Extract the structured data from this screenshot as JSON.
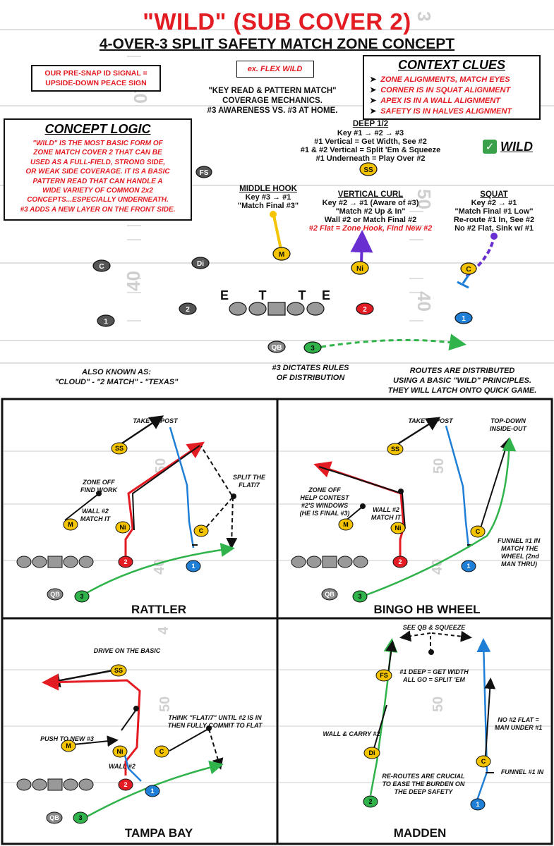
{
  "header": {
    "title": "\"WILD\" (SUB COVER 2)",
    "subtitle": "4-OVER-3 SPLIT SAFETY MATCH ZONE CONCEPT"
  },
  "signal_box": {
    "lines": [
      "OUR PRE-SNAP ID SIGNAL =",
      "UPSIDE-DOWN PEACE SIGN"
    ]
  },
  "flex_box": {
    "text": "ex. FLEX WILD"
  },
  "key_read": {
    "lines": [
      "\"KEY READ & PATTERN MATCH\"",
      "COVERAGE MECHANICS.",
      "#3 AWARENESS VS. #3 AT HOME."
    ]
  },
  "context_clues": {
    "title": "CONTEXT CLUES",
    "items": [
      "ZONE ALIGNMENTS, MATCH EYES",
      "CORNER IS IN SQUAT ALIGNMENT",
      "APEX IS IN A WALL ALIGNMENT",
      "SAFETY IS IN HALVES ALIGNMENT"
    ]
  },
  "concept_logic": {
    "title": "CONCEPT LOGIC",
    "lines": [
      "\"WILD\" IS THE MOST BASIC FORM OF",
      "ZONE MATCH COVER 2 THAT CAN BE",
      "USED AS A FULL-FIELD, STRONG SIDE,",
      "OR WEAK SIDE COVERAGE. IT IS A BASIC",
      "PATTERN READ THAT CAN HANDLE A",
      "WIDE VARIETY OF COMMON 2x2",
      "CONCEPTS...ESPECIALLY UNDERNEATH.",
      "#3 ADDS A NEW LAYER ON THE FRONT SIDE."
    ]
  },
  "deep_half": {
    "title": "DEEP 1/2",
    "lines": [
      "Key #1 → #2 → #3",
      "#1 Vertical = Get Width, See #2",
      "#1 & #2 Vertical = Split 'Em & Squeeze",
      "#1 Underneath = Play Over #2"
    ]
  },
  "wild_badge": {
    "check": "✓",
    "label": "WILD"
  },
  "middle_hook": {
    "title": "MIDDLE HOOK",
    "lines": [
      "Key #3 → #1",
      "\"Match Final #3\""
    ]
  },
  "vertical_curl": {
    "title": "VERTICAL CURL",
    "lines": [
      "Key #2 → #1 (Aware of #3)",
      "\"Match #2 Up & In\"",
      "Wall #2 or Match Final #2"
    ],
    "red_line": "#2 Flat = Zone Hook, Find New #2"
  },
  "squat": {
    "title": "SQUAT",
    "lines": [
      "Key #2 → #1",
      "\"Match Final #1 Low\"",
      "Re-route #1 In, See #2",
      "No #2 Flat, Sink w/ #1"
    ]
  },
  "field_numbers": {
    "top": "3",
    "upper_left": "10",
    "mid_left": "50",
    "mid_right": "50",
    "lower_left": "40",
    "lower_right": "40"
  },
  "players": {
    "FS": "FS",
    "SS": "SS",
    "M": "M",
    "Ni": "Ni",
    "C": "C",
    "Di": "Di",
    "QB": "QB",
    "r1": "1",
    "r2": "2",
    "r2red": "2",
    "r1blue": "1",
    "r3": "3"
  },
  "line_labels": [
    "E",
    "T",
    "T",
    "E"
  ],
  "aka": {
    "lines": [
      "ALSO KNOWN AS:",
      "\"CLOUD\" - \"2 MATCH\" - \"TEXAS\""
    ]
  },
  "distribution": {
    "lines": [
      "#3 DICTATES RULES",
      "OF DISTRIBUTION"
    ]
  },
  "routes_note": {
    "lines": [
      "ROUTES ARE DISTRIBUTED",
      "USING A BASIC \"WILD\" PRINCIPLES.",
      "THEY WILL LATCH ONTO QUICK GAME."
    ]
  },
  "panels": [
    {
      "name": "RATTLER",
      "notes": {
        "take_post": "TAKE #1 POST",
        "zone_off": [
          "ZONE OFF",
          "FIND WORK"
        ],
        "wall": [
          "WALL #2",
          "MATCH IT"
        ],
        "split": [
          "SPLIT THE",
          "FLAT/7"
        ]
      },
      "field": [
        "50",
        "40"
      ]
    },
    {
      "name": "BINGO HB WHEEL",
      "notes": {
        "take_post": "TAKE #1 POST",
        "top_down": [
          "TOP-DOWN",
          "INSIDE-OUT"
        ],
        "zone_off": [
          "ZONE OFF",
          "HELP CONTEST",
          "#2'S WINDOWS",
          "(HE IS FINAL #3)"
        ],
        "wall": [
          "WALL #2",
          "MATCH IT"
        ],
        "funnel": [
          "FUNNEL #1 IN",
          "MATCH THE",
          "WHEEL (2nd",
          "MAN THRU)"
        ]
      },
      "field": [
        "50",
        "40"
      ]
    },
    {
      "name": "TAMPA BAY",
      "notes": {
        "drive": "DRIVE ON THE BASIC",
        "think": [
          "THINK \"FLAT/7\" UNTIL #2 IS IN",
          "THEN FULLY COMMIT TO FLAT"
        ],
        "push": "PUSH TO NEW #3",
        "wall": "WALL #2"
      },
      "field": [
        "4",
        "50"
      ]
    },
    {
      "name": "MADDEN",
      "notes": {
        "see_qb": "SEE QB & SQUEEZE",
        "deep": [
          "#1 DEEP = GET WIDTH",
          "ALL GO = SPLIT 'EM"
        ],
        "wall_carry": "WALL & CARRY #2",
        "no_flat": [
          "NO #2 FLAT =",
          "MAN UNDER #1"
        ],
        "funnel": "FUNNEL #1 IN",
        "reroutes": [
          "RE-ROUTES ARE CRUCIAL",
          "TO EASE THE BURDEN ON",
          "THE DEEP SAFETY"
        ]
      },
      "field": [
        "50"
      ]
    }
  ]
}
